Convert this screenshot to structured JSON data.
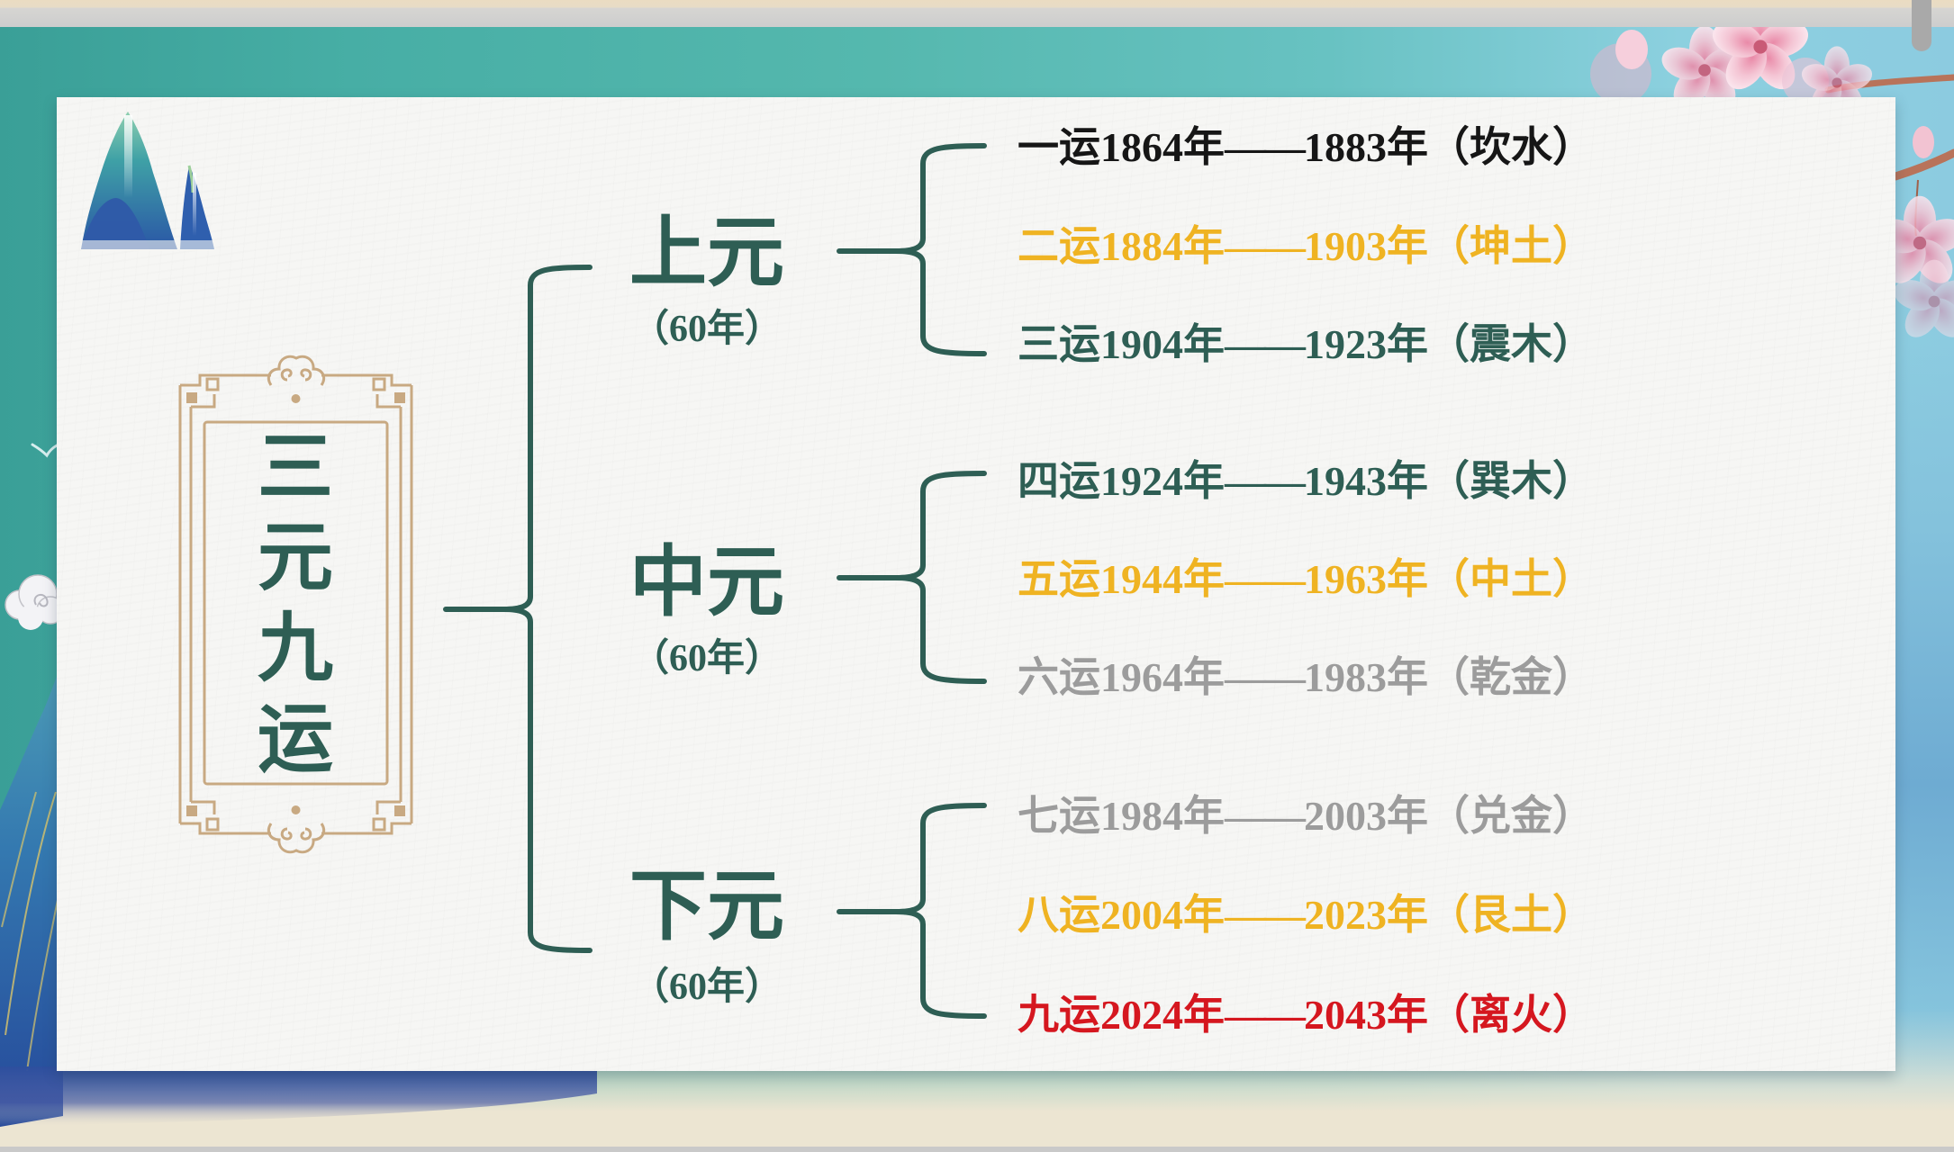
{
  "title": {
    "text": "三元九运",
    "chars": [
      "三",
      "元",
      "九",
      "运"
    ]
  },
  "yuan": [
    {
      "label": "上元",
      "duration": "（60年）",
      "periods": [
        {
          "name": "一运",
          "start": "1864年",
          "dash": "——",
          "end": "1883年",
          "trigram": "（坎水）",
          "color": "#161616"
        },
        {
          "name": "二运",
          "start": "1884年",
          "dash": "——",
          "end": "1903年",
          "trigram": "（坤土）",
          "color": "#efb322"
        },
        {
          "name": "三运",
          "start": "1904年",
          "dash": "——",
          "end": "1923年",
          "trigram": "（震木）",
          "color": "#2e5e54"
        }
      ]
    },
    {
      "label": "中元",
      "duration": "（60年）",
      "periods": [
        {
          "name": "四运",
          "start": "1924年",
          "dash": "——",
          "end": "1943年",
          "trigram": "（巽木）",
          "color": "#2e5e54"
        },
        {
          "name": "五运",
          "start": "1944年",
          "dash": "——",
          "end": "1963年",
          "trigram": "（中土）",
          "color": "#efb322"
        },
        {
          "name": "六运",
          "start": "1964年",
          "dash": "——",
          "end": "1983年",
          "trigram": "（乾金）",
          "color": "#9c9c9c"
        }
      ]
    },
    {
      "label": "下元",
      "duration": "（60年）",
      "periods": [
        {
          "name": "七运",
          "start": "1984年",
          "dash": "——",
          "end": "2003年",
          "trigram": "（兑金）",
          "color": "#9c9c9c"
        },
        {
          "name": "八运",
          "start": "2004年",
          "dash": "——",
          "end": "2023年",
          "trigram": "（艮土）",
          "color": "#efb322"
        },
        {
          "name": "九运",
          "start": "2024年",
          "dash": "——",
          "end": "2043年",
          "trigram": "（离火）",
          "color": "#d5171f"
        }
      ]
    }
  ],
  "colors": {
    "accent": "#2e5e54",
    "frame": "#c8a982",
    "water_black": "#161616",
    "earth_gold": "#efb322",
    "wood_green": "#2e5e54",
    "metal_gray": "#9c9c9c",
    "fire_red": "#d5171f",
    "card": "#f6f6f4"
  },
  "icons": [
    "mountain-icon",
    "cherry-blossom-icon",
    "cloud-icon",
    "bird-icon",
    "cloud-ornament-icon",
    "brace-connector"
  ]
}
